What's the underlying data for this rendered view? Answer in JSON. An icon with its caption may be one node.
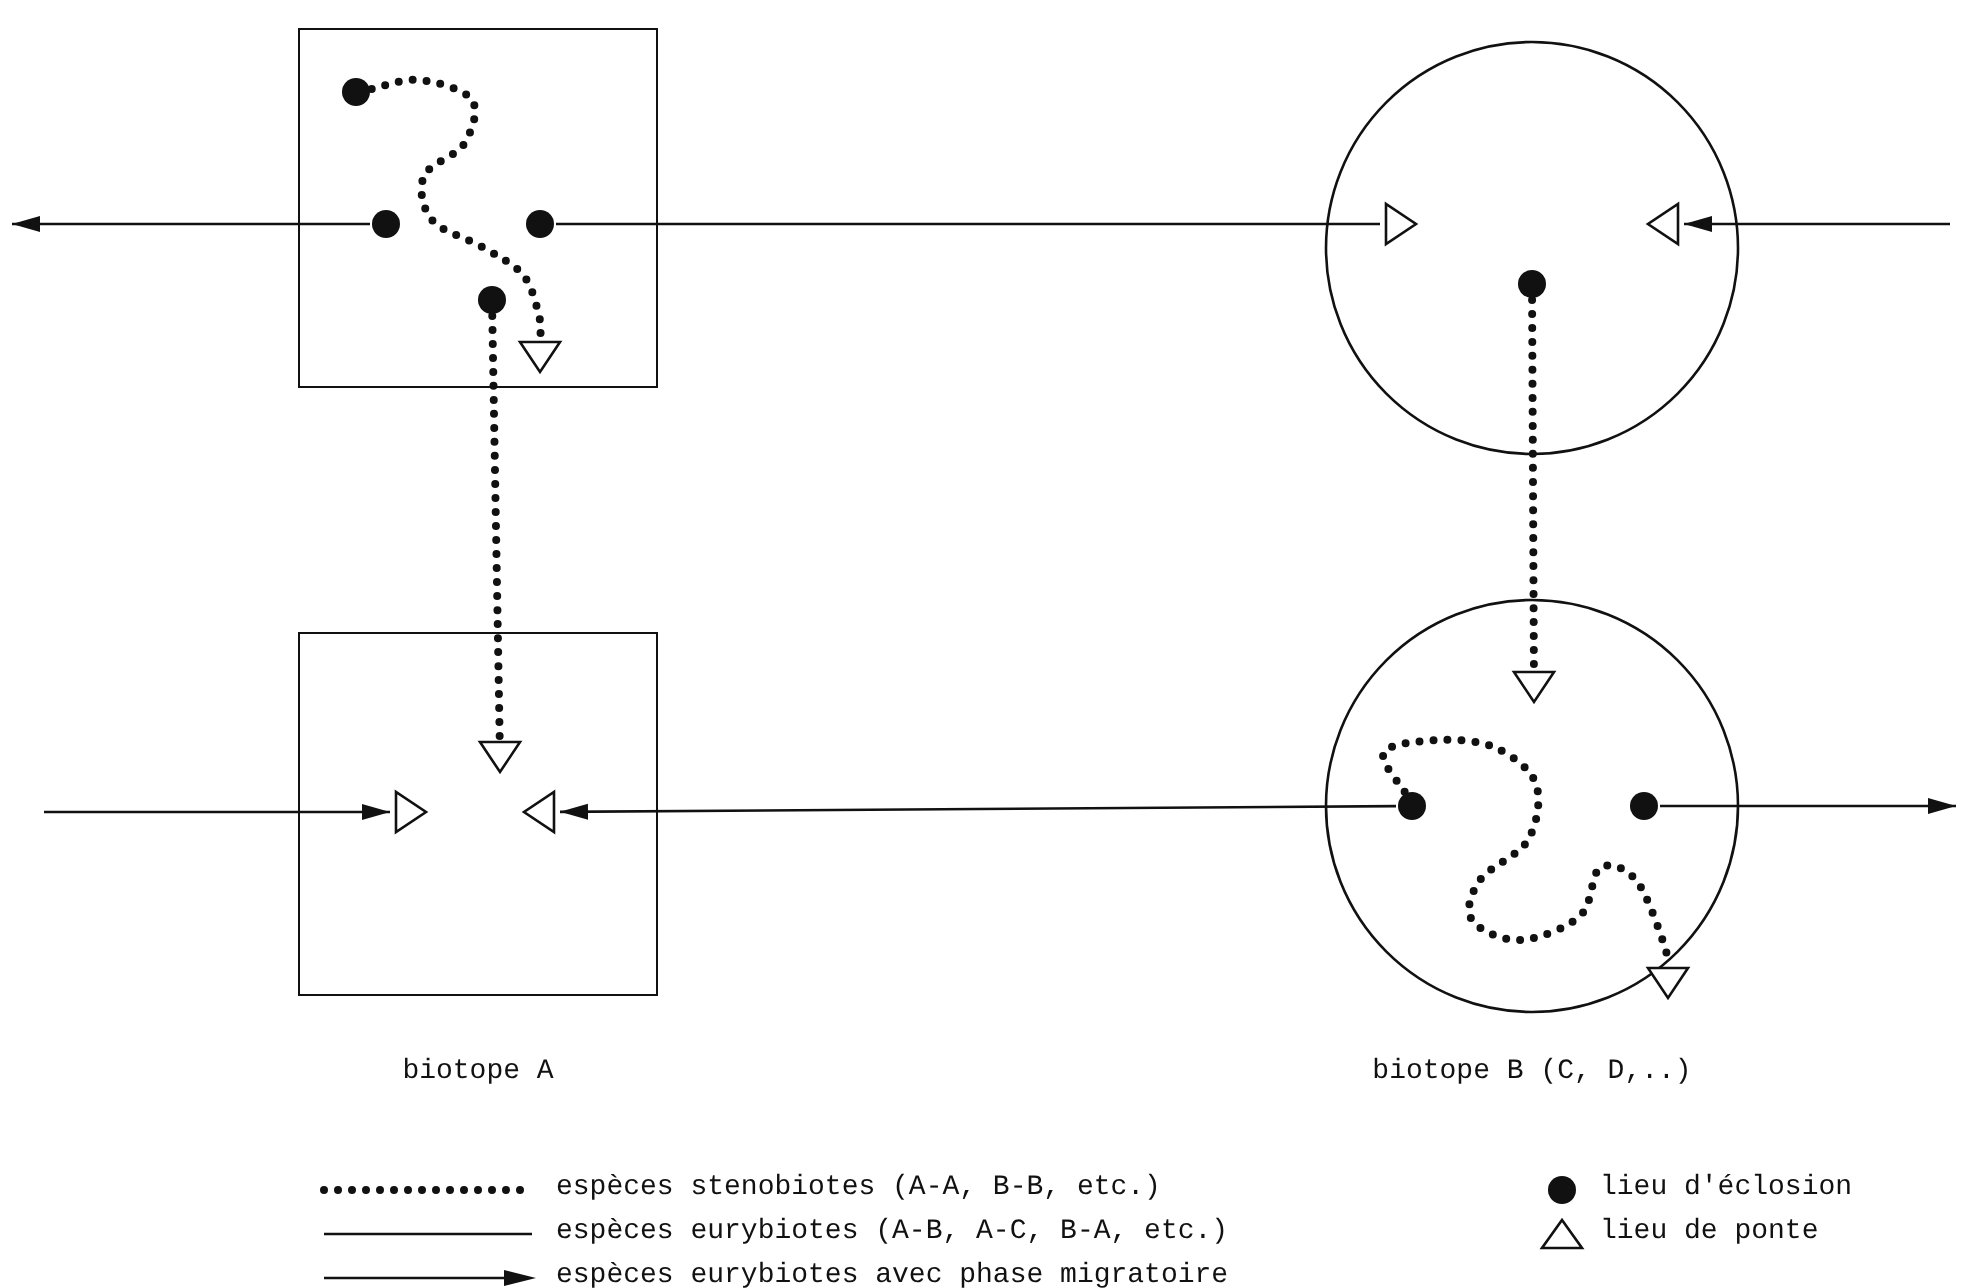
{
  "diagram": {
    "nodes": [
      {
        "text": [],
        "shape": "box"
      },
      {
        "text": [],
        "shape": "circle",
        "in": 0
      },
      {
        "text": [],
        "shape": "circle",
        "in": 0
      },
      {
        "text": [],
        "shape": "circle",
        "in": 0
      },
      {
        "text": [],
        "shape": "circle",
        "in": 0
      },
      {
        "text": [],
        "shape": "triangle",
        "in": 0
      },
      {
        "text": [],
        "shape": "circle"
      },
      {
        "text": [],
        "shape": "triangle",
        "in": 6
      },
      {
        "text": [],
        "shape": "triangle",
        "in": 6
      },
      {
        "text": [],
        "shape": "circle",
        "in": 6
      },
      {
        "text": [
          "biotope A"
        ]
      },
      {
        "text": [],
        "shape": "triangle",
        "in": 10
      },
      {
        "text": [],
        "shape": "triangle",
        "in": 10
      },
      {
        "text": [],
        "shape": "triangle",
        "in": 10
      },
      {
        "text": [
          "biotope B (C, D,..)"
        ]
      },
      {
        "text": [],
        "shape": "triangle",
        "in": 14
      },
      {
        "text": [],
        "shape": "circle",
        "in": 14
      },
      {
        "text": [],
        "shape": "circle",
        "in": 14
      },
      {
        "text": [],
        "shape": "triangle",
        "in": 14
      }
    ],
    "edges": [
      {
        "from": 1,
        "to": 5,
        "arrow": "none",
        "style": "dashed"
      },
      {
        "from": 2,
        "to": null,
        "arrow": "to"
      },
      {
        "from": 3,
        "to": 7,
        "arrow": "none"
      },
      {
        "from": null,
        "to": 8,
        "arrow": "to"
      },
      {
        "from": 4,
        "to": 12,
        "arrow": "none",
        "style": "dashed"
      },
      {
        "from": 9,
        "to": 15,
        "arrow": "none",
        "style": "dashed"
      },
      {
        "from": null,
        "to": 11,
        "arrow": "to"
      },
      {
        "from": 16,
        "to": 13,
        "arrow": "to"
      },
      {
        "from": 17,
        "to": null,
        "arrow": "to"
      },
      {
        "from": 16,
        "to": 18,
        "arrow": "none",
        "style": "dashed"
      }
    ],
    "legend": [
      {
        "text": "espèces stenobiotes (A-A, B-B, etc.)"
      },
      {
        "text": "espèces eurybiotes (A-B, A-C, B-A, etc.)"
      },
      {
        "text": "espèces eurybiotes avec phase migratoire"
      },
      {
        "text": "lieu d'éclosion"
      },
      {
        "text": "lieu de ponte"
      }
    ]
  }
}
